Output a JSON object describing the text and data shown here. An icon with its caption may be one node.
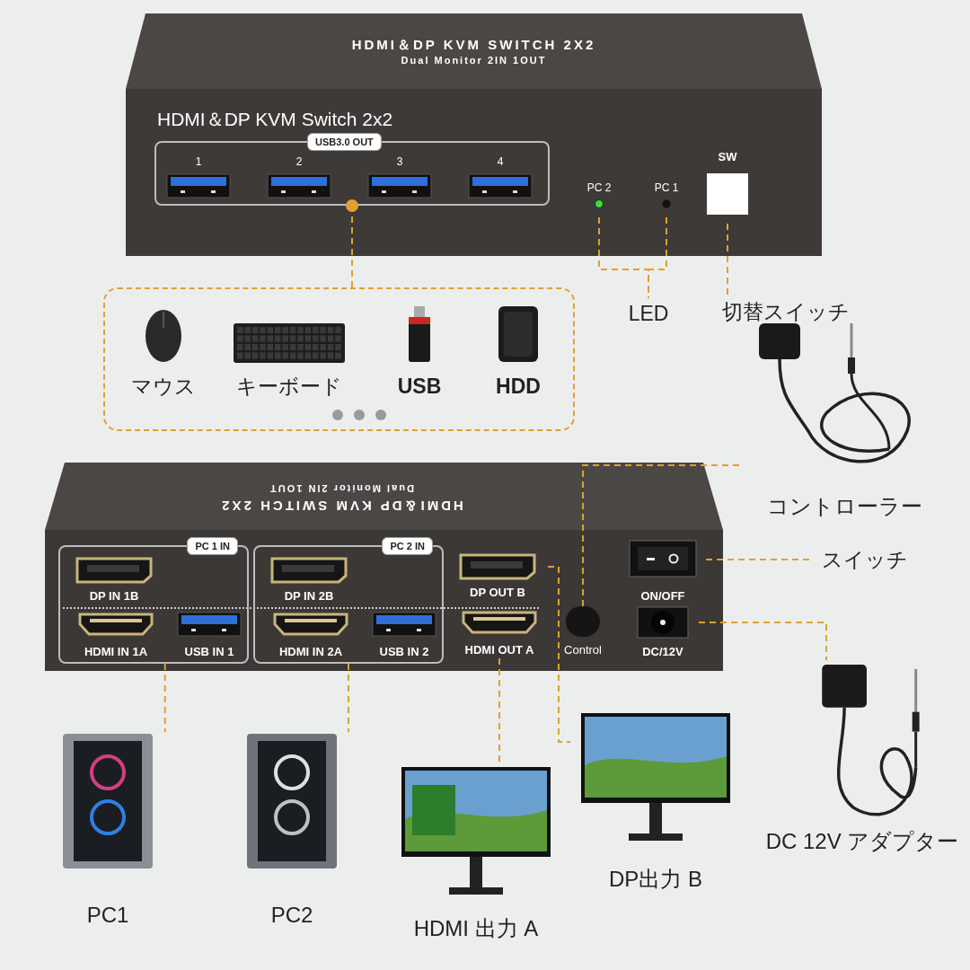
{
  "diagram": {
    "nodes": [
      {
        "text": [
          "HDMI＆DP KVM SWITCH 2X2",
          "Dual Monitor 2IN 1OUT",
          "HDMI＆DP KVM Switch 2x2"
        ]
      },
      {
        "text": [
          "USB3.0 OUT"
        ],
        "in": 0
      },
      {
        "text": [
          "1"
        ],
        "in": 1
      },
      {
        "text": [
          "2"
        ],
        "in": 1
      },
      {
        "text": [
          "3"
        ],
        "in": 1
      },
      {
        "text": [
          "4"
        ],
        "in": 1
      },
      {
        "text": [
          "PC 2"
        ],
        "in": 0
      },
      {
        "text": [
          "PC 1"
        ],
        "in": 0
      },
      {
        "text": [
          "SW"
        ],
        "in": 0
      },
      {
        "text": [],
        "shape": "box"
      },
      {
        "text": [
          "マウス"
        ],
        "in": 9
      },
      {
        "text": [
          "キーボード"
        ],
        "in": 9
      },
      {
        "text": [
          "USB"
        ],
        "in": 9
      },
      {
        "text": [
          "HDD"
        ],
        "in": 9
      },
      {
        "text": [
          "LED"
        ]
      },
      {
        "text": [
          "切替スイッチ"
        ]
      },
      {
        "text": [
          "コントローラー"
        ]
      },
      {
        "text": [
          "HDMI＆DP KVM SWITCH 2X2",
          "Dual Monitor 2IN 1OUT"
        ]
      },
      {
        "text": [
          "PC 1 IN"
        ],
        "in": 17
      },
      {
        "text": [
          "DP IN 1B"
        ],
        "in": 18
      },
      {
        "text": [
          "HDMI IN 1A"
        ],
        "in": 18
      },
      {
        "text": [
          "USB IN 1"
        ],
        "in": 18
      },
      {
        "text": [
          "PC 2 IN"
        ],
        "in": 17
      },
      {
        "text": [
          "DP IN 2B"
        ],
        "in": 22
      },
      {
        "text": [
          "HDMI IN 2A"
        ],
        "in": 22
      },
      {
        "text": [
          "USB IN 2"
        ],
        "in": 22
      },
      {
        "text": [
          "DP OUT B"
        ],
        "in": 17
      },
      {
        "text": [
          "HDMI OUT A"
        ],
        "in": 17
      },
      {
        "text": [
          "Control"
        ],
        "in": 17
      },
      {
        "text": [
          "ON/OFF"
        ],
        "in": 17
      },
      {
        "text": [
          "DC/12V"
        ],
        "in": 17
      },
      {
        "text": [
          "スイッチ"
        ]
      },
      {
        "text": [
          "DC 12V アダプター"
        ]
      },
      {
        "text": [
          "PC1"
        ]
      },
      {
        "text": [
          "PC2"
        ]
      },
      {
        "text": [
          "HDMI 出力 A"
        ]
      },
      {
        "text": [
          "DP出力 B"
        ]
      }
    ],
    "edges": [
      {
        "from": 1,
        "to": 9,
        "arrow": "other",
        "style": "dashed"
      },
      {
        "from": 6,
        "to": 14,
        "arrow": "none",
        "style": "dashed"
      },
      {
        "from": 7,
        "to": 14,
        "arrow": "none",
        "style": "dashed"
      },
      {
        "from": 8,
        "to": 15,
        "arrow": "none",
        "style": "dashed"
      },
      {
        "from": 28,
        "to": 16,
        "arrow": "none",
        "style": "dashed"
      },
      {
        "from": 29,
        "to": 31,
        "arrow": "none",
        "style": "dashed"
      },
      {
        "from": 30,
        "to": 32,
        "arrow": "none",
        "style": "dashed"
      },
      {
        "from": 18,
        "to": 33,
        "arrow": "none",
        "style": "dashed"
      },
      {
        "from": 22,
        "to": 34,
        "arrow": "none",
        "style": "dashed"
      },
      {
        "from": 27,
        "to": 35,
        "arrow": "none",
        "style": "dashed"
      },
      {
        "from": 26,
        "to": 36,
        "arrow": "none",
        "style": "dashed"
      }
    ]
  }
}
